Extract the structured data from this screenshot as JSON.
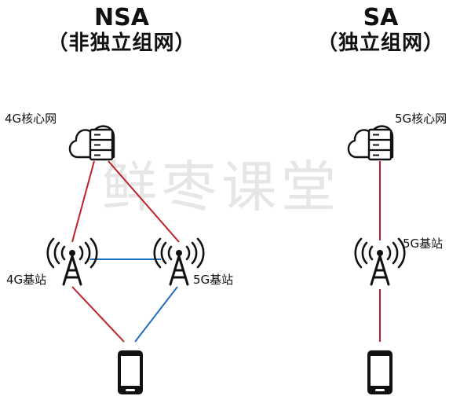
{
  "nsa": {
    "title": "NSA",
    "subtitle": "（非独立组网）"
  },
  "sa": {
    "title": "SA",
    "subtitle": "（独立组网）"
  },
  "labels": {
    "nsa_core": "4G核心网",
    "nsa_bs4g": "4G基站",
    "nsa_bs5g": "5G基站",
    "sa_core": "5G核心网",
    "sa_bs5g": "5G基站"
  },
  "watermark": "鲜枣课堂",
  "colors": {
    "red_link": "#c0202a",
    "blue_link": "#1f6fbf",
    "icon": "#111111"
  },
  "icons": [
    "cloud-server-icon",
    "antenna-tower-icon",
    "smartphone-icon"
  ]
}
